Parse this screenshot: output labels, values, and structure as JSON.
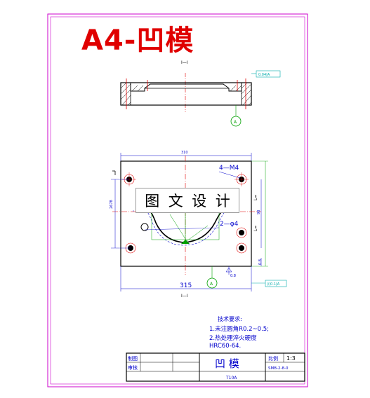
{
  "title": "A4-凹模",
  "watermark": [
    "图",
    "文",
    "设",
    "计"
  ],
  "section_marks": {
    "top": "I—I",
    "bottom": "I—I"
  },
  "annotations": {
    "flatness_tolerance": "0.04|A",
    "datum_a": "A",
    "dim_width_top": "310",
    "dim_width_bottom": "315",
    "holes_4": "4—M4",
    "holes_2": "2—φ4",
    "dim_left": "2678",
    "dim_right_1": "98",
    "dim_right_2": "L=",
    "dim_right_3": "L=",
    "datum_right": "0.8",
    "datum_bottom": "0.8",
    "tol_box_bottom": "0.8",
    "tol_box_right": "//|0.1|A"
  },
  "tech_requirements": {
    "heading": "技术要求:",
    "items": [
      "1.未注圆角R0.2~0.5;",
      "2.热处理淬火硬度",
      "HRC60-64."
    ]
  },
  "title_block": {
    "drawn_label": "制图",
    "checked_label": "审核",
    "part_name": "凹  模",
    "scale_label": "比例",
    "scale_value": "1:3",
    "material": "T10A",
    "drawing_no": "SMB-2-8-0"
  },
  "colors": {
    "frame": "#cc00cc",
    "title": "#e00000",
    "dimension": "#0000cc",
    "cut_line": "#e00000",
    "green": "#00a000",
    "cyan": "#00aaaa"
  }
}
